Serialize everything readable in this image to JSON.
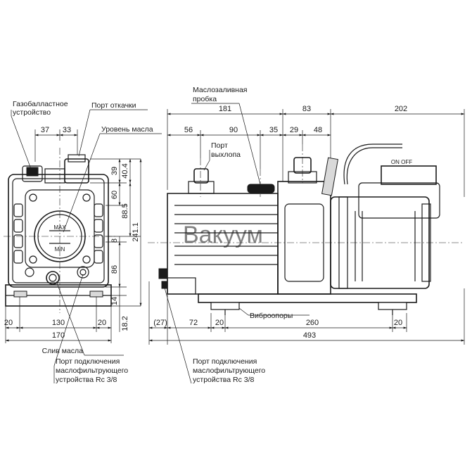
{
  "labels": {
    "gas_ballast_1": "Газобалластное",
    "gas_ballast_2": "устройство",
    "pump_port": "Порт откачки",
    "oil_level": "Уровень масла",
    "oil_fill_1": "Маслозаливная",
    "oil_fill_2": "пробка",
    "exhaust_1": "Порт",
    "exhaust_2": "выхлопа",
    "vibration_mounts": "Виброопоры",
    "oil_drain": "Слив масла",
    "filter_port_left_1": "Порт подключения",
    "filter_port_left_2": "маслофильтрующего",
    "filter_port_left_3": "устройства Rc 3/8",
    "filter_port_right_1": "Порт подключения",
    "filter_port_right_2": "маслофильтрующего",
    "filter_port_right_3": "устройства Rc 3/8",
    "switch": "ON  OFF",
    "max": "MAX",
    "min": "MIN",
    "watermark": "Вакуум"
  },
  "dimensions": {
    "d37": "37",
    "d33": "33",
    "d39": "39",
    "d40_4": "40.4",
    "d60": "60",
    "d88_5": "88.5",
    "d8": "8",
    "d241_1": "241.1",
    "d86": "86",
    "d14": "14",
    "d18_2": "18.2",
    "d20_l1": "20",
    "d130": "130",
    "d20_l2": "20",
    "d170": "170",
    "d181": "181",
    "d83": "83",
    "d202": "202",
    "d56": "56",
    "d90": "90",
    "d35": "35",
    "d29": "29",
    "d48": "48",
    "d27": "(27)",
    "d72": "72",
    "d20_r1": "20",
    "d260": "260",
    "d20_r2": "20",
    "d493": "493"
  }
}
